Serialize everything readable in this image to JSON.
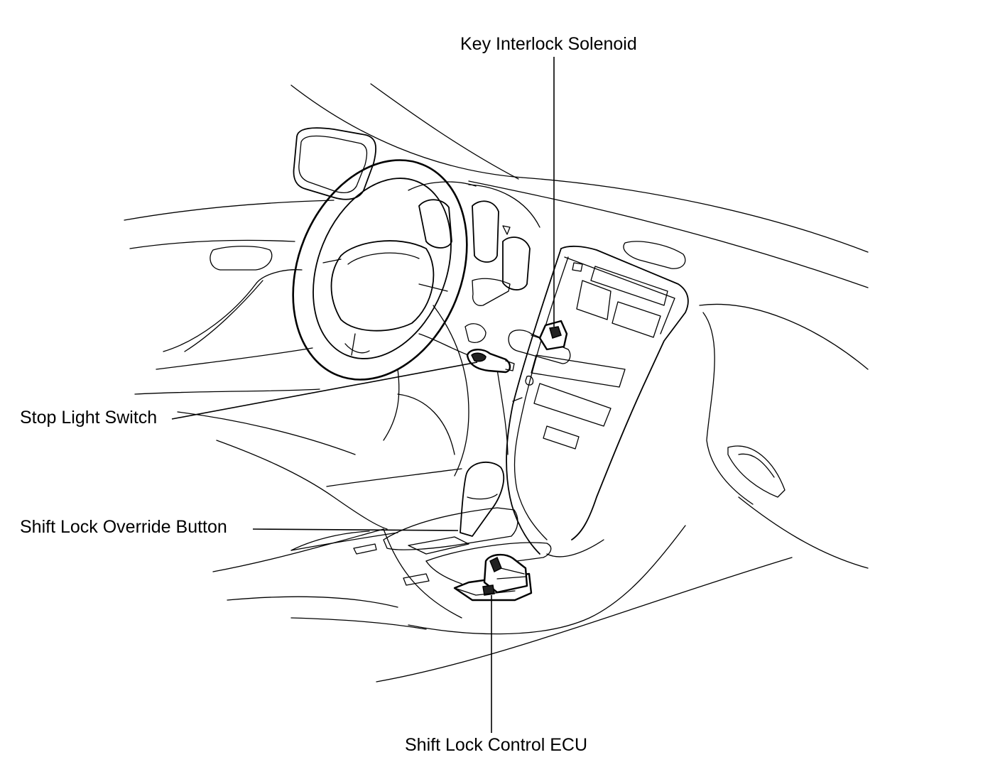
{
  "labels": {
    "key_interlock_solenoid": "Key Interlock Solenoid",
    "stop_light_switch": "Stop Light Switch",
    "shift_lock_override_button": "Shift Lock Override Button",
    "shift_lock_control_ecu": "Shift Lock Control ECU"
  }
}
